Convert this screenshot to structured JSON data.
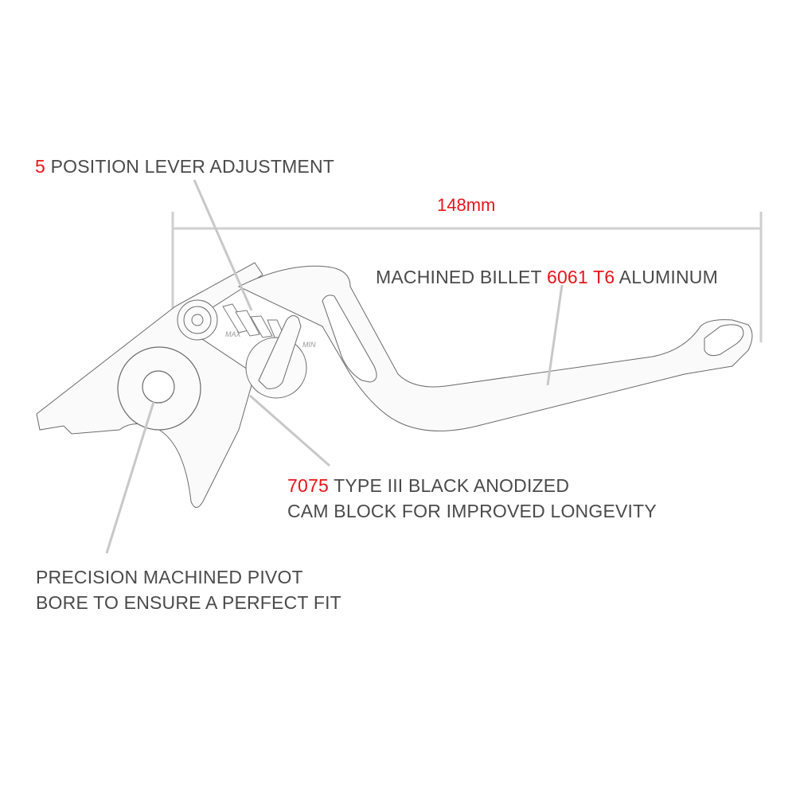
{
  "diagram": {
    "subject": "adjustable motorcycle brake/clutch lever",
    "accent_color": "#e8141b",
    "text_color": "#4a4a4a",
    "leader_color": "#c8c8c8"
  },
  "dimension": {
    "value": "148mm"
  },
  "callouts": {
    "adjustment": {
      "highlight": "5",
      "text": " POSITION LEVER ADJUSTMENT"
    },
    "material": {
      "prefix": "MACHINED BILLET ",
      "highlight": "6061 T6",
      "suffix": " ALUMINUM"
    },
    "cam_block": {
      "highlight": "7075",
      "line1": " TYPE III BLACK ANODIZED",
      "line2": "CAM BLOCK FOR IMPROVED LONGEVITY"
    },
    "pivot": {
      "line1": "PRECISION MACHINED PIVOT",
      "line2": "BORE TO ENSURE A PERFECT FIT"
    }
  },
  "part_markings": {
    "max": "MAX",
    "min": "MIN"
  }
}
